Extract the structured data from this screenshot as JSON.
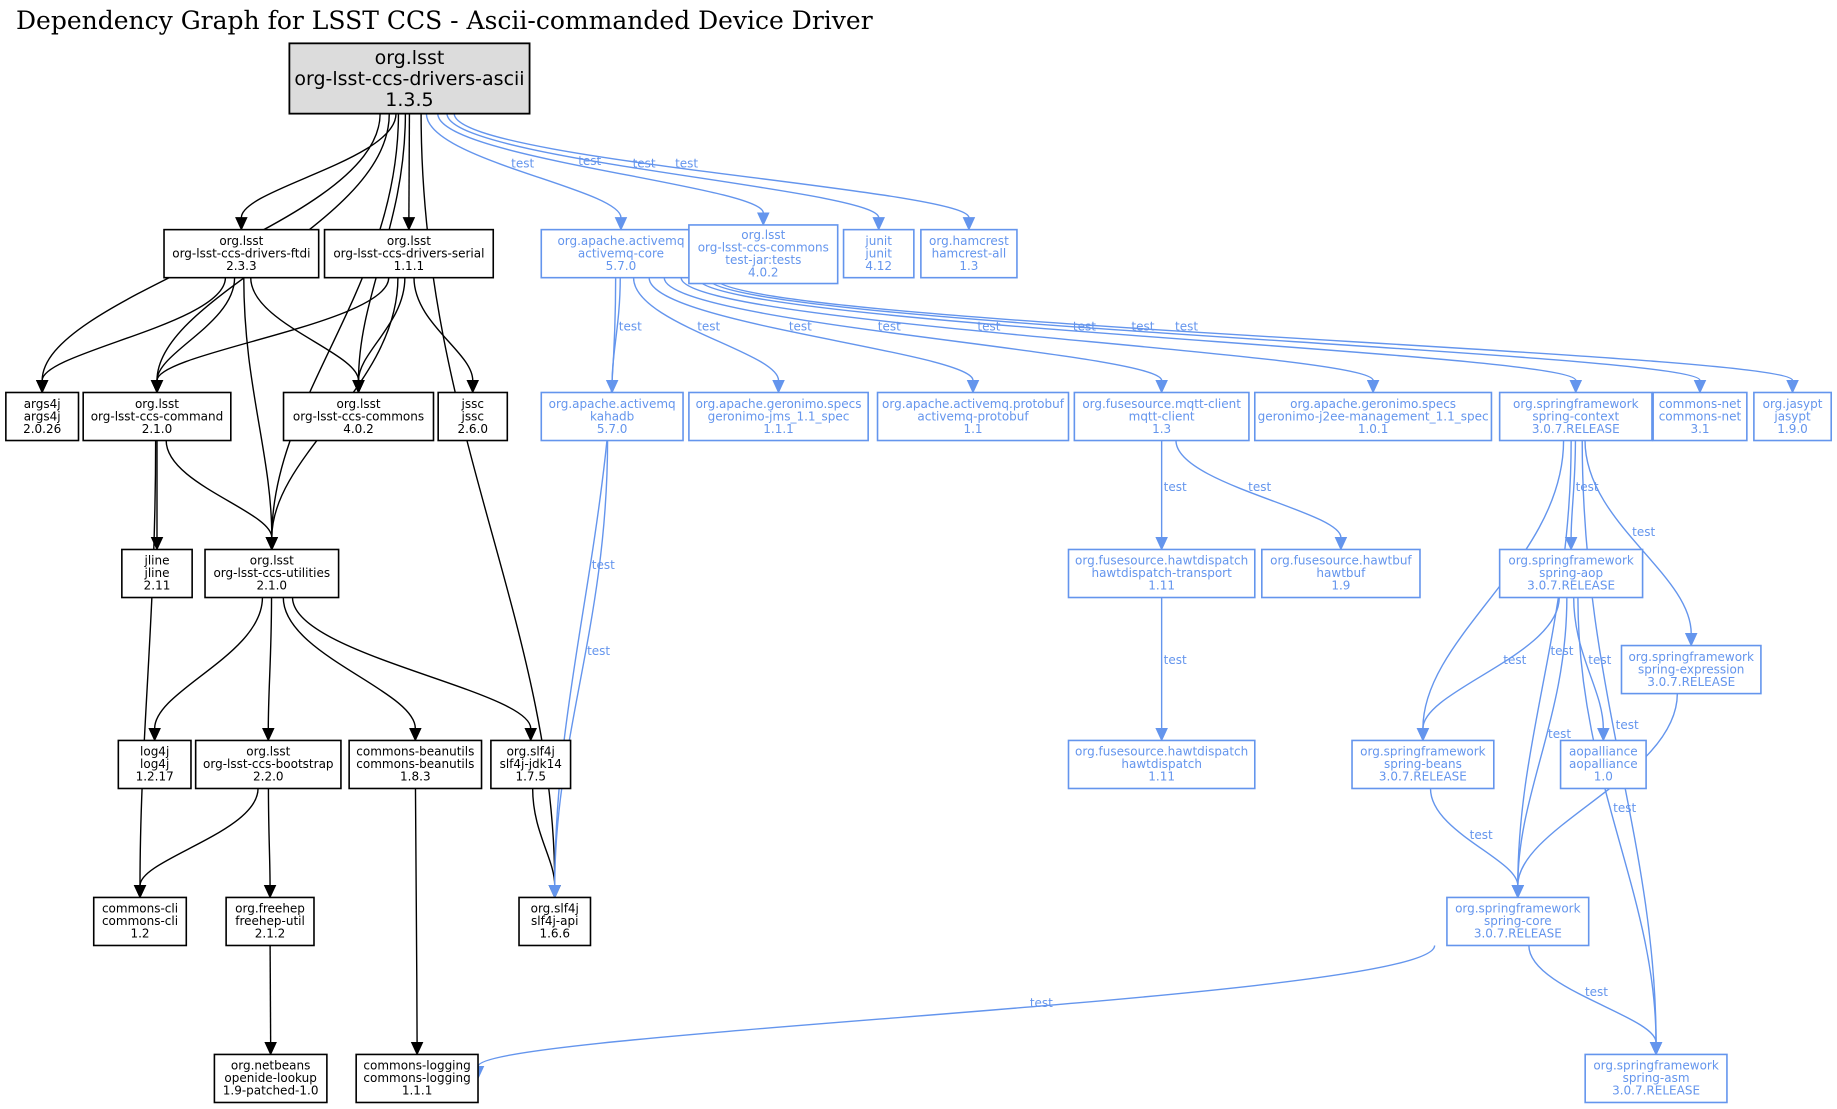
{
  "title": "Dependency Graph for LSST CCS - Ascii-commanded Device Driver",
  "colors": {
    "compile": "#000000",
    "test": "#6495ed",
    "root_fill": "#dcdcdc"
  },
  "nodes": [
    {
      "id": "root",
      "scope": "root",
      "lines": [
        "org.lsst",
        "org-lsst-ccs-drivers-ascii",
        "1.3.5"
      ]
    },
    {
      "id": "ftdi",
      "scope": "compile",
      "lines": [
        "org.lsst",
        "org-lsst-ccs-drivers-ftdi",
        "2.3.3"
      ]
    },
    {
      "id": "serial",
      "scope": "compile",
      "lines": [
        "org.lsst",
        "org-lsst-ccs-drivers-serial",
        "1.1.1"
      ]
    },
    {
      "id": "activemq-core",
      "scope": "test",
      "lines": [
        "org.apache.activemq",
        "activemq-core",
        "5.7.0"
      ]
    },
    {
      "id": "commons-tests",
      "scope": "test",
      "lines": [
        "org.lsst",
        "org-lsst-ccs-commons",
        "test-jar:tests",
        "4.0.2"
      ]
    },
    {
      "id": "junit",
      "scope": "test",
      "lines": [
        "junit",
        "junit",
        "4.12"
      ]
    },
    {
      "id": "hamcrest",
      "scope": "test",
      "lines": [
        "org.hamcrest",
        "hamcrest-all",
        "1.3"
      ]
    },
    {
      "id": "args4j",
      "scope": "compile",
      "lines": [
        "args4j",
        "args4j",
        "2.0.26"
      ]
    },
    {
      "id": "command",
      "scope": "compile",
      "lines": [
        "org.lsst",
        "org-lsst-ccs-command",
        "2.1.0"
      ]
    },
    {
      "id": "commons",
      "scope": "compile",
      "lines": [
        "org.lsst",
        "org-lsst-ccs-commons",
        "4.0.2"
      ]
    },
    {
      "id": "jssc",
      "scope": "compile",
      "lines": [
        "jssc",
        "jssc",
        "2.6.0"
      ]
    },
    {
      "id": "kahadb",
      "scope": "test",
      "lines": [
        "org.apache.activemq",
        "kahadb",
        "5.7.0"
      ]
    },
    {
      "id": "jms",
      "scope": "test",
      "lines": [
        "org.apache.geronimo.specs",
        "geronimo-jms_1.1_spec",
        "1.1.1"
      ]
    },
    {
      "id": "protobuf",
      "scope": "test",
      "lines": [
        "org.apache.activemq.protobuf",
        "activemq-protobuf",
        "1.1"
      ]
    },
    {
      "id": "mqtt",
      "scope": "test",
      "lines": [
        "org.fusesource.mqtt-client",
        "mqtt-client",
        "1.3"
      ]
    },
    {
      "id": "j2ee",
      "scope": "test",
      "lines": [
        "org.apache.geronimo.specs",
        "geronimo-j2ee-management_1.1_spec",
        "1.0.1"
      ]
    },
    {
      "id": "spring-context",
      "scope": "test",
      "lines": [
        "org.springframework",
        "spring-context",
        "3.0.7.RELEASE"
      ]
    },
    {
      "id": "commons-net",
      "scope": "test",
      "lines": [
        "commons-net",
        "commons-net",
        "3.1"
      ]
    },
    {
      "id": "jasypt",
      "scope": "test",
      "lines": [
        "org.jasypt",
        "jasypt",
        "1.9.0"
      ]
    },
    {
      "id": "jline",
      "scope": "compile",
      "lines": [
        "jline",
        "jline",
        "2.11"
      ]
    },
    {
      "id": "utilities",
      "scope": "compile",
      "lines": [
        "org.lsst",
        "org-lsst-ccs-utilities",
        "2.1.0"
      ]
    },
    {
      "id": "hd-transport",
      "scope": "test",
      "lines": [
        "org.fusesource.hawtdispatch",
        "hawtdispatch-transport",
        "1.11"
      ]
    },
    {
      "id": "hawtbuf",
      "scope": "test",
      "lines": [
        "org.fusesource.hawtbuf",
        "hawtbuf",
        "1.9"
      ]
    },
    {
      "id": "spring-aop",
      "scope": "test",
      "lines": [
        "org.springframework",
        "spring-aop",
        "3.0.7.RELEASE"
      ]
    },
    {
      "id": "spring-expression",
      "scope": "test",
      "lines": [
        "org.springframework",
        "spring-expression",
        "3.0.7.RELEASE"
      ]
    },
    {
      "id": "log4j",
      "scope": "compile",
      "lines": [
        "log4j",
        "log4j",
        "1.2.17"
      ]
    },
    {
      "id": "bootstrap",
      "scope": "compile",
      "lines": [
        "org.lsst",
        "org-lsst-ccs-bootstrap",
        "2.2.0"
      ]
    },
    {
      "id": "beanutils",
      "scope": "compile",
      "lines": [
        "commons-beanutils",
        "commons-beanutils",
        "1.8.3"
      ]
    },
    {
      "id": "slf4j-jdk14",
      "scope": "compile",
      "lines": [
        "org.slf4j",
        "slf4j-jdk14",
        "1.7.5"
      ]
    },
    {
      "id": "hawtdispatch",
      "scope": "test",
      "lines": [
        "org.fusesource.hawtdispatch",
        "hawtdispatch",
        "1.11"
      ]
    },
    {
      "id": "spring-beans",
      "scope": "test",
      "lines": [
        "org.springframework",
        "spring-beans",
        "3.0.7.RELEASE"
      ]
    },
    {
      "id": "aopalliance",
      "scope": "test",
      "lines": [
        "aopalliance",
        "aopalliance",
        "1.0"
      ]
    },
    {
      "id": "commons-cli",
      "scope": "compile",
      "lines": [
        "commons-cli",
        "commons-cli",
        "1.2"
      ]
    },
    {
      "id": "freehep",
      "scope": "compile",
      "lines": [
        "org.freehep",
        "freehep-util",
        "2.1.2"
      ]
    },
    {
      "id": "slf4j-api",
      "scope": "compile",
      "lines": [
        "org.slf4j",
        "slf4j-api",
        "1.6.6"
      ]
    },
    {
      "id": "spring-core",
      "scope": "test",
      "lines": [
        "org.springframework",
        "spring-core",
        "3.0.7.RELEASE"
      ]
    },
    {
      "id": "openide",
      "scope": "compile",
      "lines": [
        "org.netbeans",
        "openide-lookup",
        "1.9-patched-1.0"
      ]
    },
    {
      "id": "commons-logging",
      "scope": "compile",
      "lines": [
        "commons-logging",
        "commons-logging",
        "1.1.1"
      ]
    },
    {
      "id": "spring-asm",
      "scope": "test",
      "lines": [
        "org.springframework",
        "spring-asm",
        "3.0.7.RELEASE"
      ]
    }
  ],
  "edges": [
    {
      "from": "root",
      "to": "args4j",
      "scope": "compile",
      "label": ""
    },
    {
      "from": "root",
      "to": "command",
      "scope": "compile",
      "label": ""
    },
    {
      "from": "root",
      "to": "ftdi",
      "scope": "compile",
      "label": ""
    },
    {
      "from": "root",
      "to": "serial",
      "scope": "compile",
      "label": ""
    },
    {
      "from": "root",
      "to": "commons",
      "scope": "compile",
      "label": ""
    },
    {
      "from": "root",
      "to": "utilities",
      "scope": "compile",
      "label": ""
    },
    {
      "from": "root",
      "to": "slf4j-api",
      "scope": "compile",
      "label": ""
    },
    {
      "from": "root",
      "to": "activemq-core",
      "scope": "test",
      "label": "test"
    },
    {
      "from": "root",
      "to": "commons-tests",
      "scope": "test",
      "label": "test"
    },
    {
      "from": "root",
      "to": "junit",
      "scope": "test",
      "label": "test"
    },
    {
      "from": "root",
      "to": "hamcrest",
      "scope": "test",
      "label": "test"
    },
    {
      "from": "ftdi",
      "to": "args4j",
      "scope": "compile",
      "label": ""
    },
    {
      "from": "ftdi",
      "to": "command",
      "scope": "compile",
      "label": ""
    },
    {
      "from": "ftdi",
      "to": "utilities",
      "scope": "compile",
      "label": ""
    },
    {
      "from": "ftdi",
      "to": "commons",
      "scope": "compile",
      "label": ""
    },
    {
      "from": "serial",
      "to": "command",
      "scope": "compile",
      "label": ""
    },
    {
      "from": "serial",
      "to": "utilities",
      "scope": "compile",
      "label": ""
    },
    {
      "from": "serial",
      "to": "commons",
      "scope": "compile",
      "label": ""
    },
    {
      "from": "serial",
      "to": "jssc",
      "scope": "compile",
      "label": ""
    },
    {
      "from": "command",
      "to": "jline",
      "scope": "compile",
      "label": ""
    },
    {
      "from": "command",
      "to": "utilities",
      "scope": "compile",
      "label": ""
    },
    {
      "from": "command",
      "to": "commons-cli",
      "scope": "compile",
      "label": ""
    },
    {
      "from": "utilities",
      "to": "log4j",
      "scope": "compile",
      "label": ""
    },
    {
      "from": "utilities",
      "to": "bootstrap",
      "scope": "compile",
      "label": ""
    },
    {
      "from": "utilities",
      "to": "beanutils",
      "scope": "compile",
      "label": ""
    },
    {
      "from": "utilities",
      "to": "slf4j-jdk14",
      "scope": "compile",
      "label": ""
    },
    {
      "from": "bootstrap",
      "to": "commons-cli",
      "scope": "compile",
      "label": ""
    },
    {
      "from": "bootstrap",
      "to": "freehep",
      "scope": "compile",
      "label": ""
    },
    {
      "from": "freehep",
      "to": "openide",
      "scope": "compile",
      "label": ""
    },
    {
      "from": "beanutils",
      "to": "commons-logging",
      "scope": "compile",
      "label": ""
    },
    {
      "from": "slf4j-jdk14",
      "to": "slf4j-api",
      "scope": "compile",
      "label": ""
    },
    {
      "from": "activemq-core",
      "to": "slf4j-api",
      "scope": "test",
      "label": "test"
    },
    {
      "from": "activemq-core",
      "to": "kahadb",
      "scope": "test",
      "label": "test"
    },
    {
      "from": "activemq-core",
      "to": "jms",
      "scope": "test",
      "label": "test"
    },
    {
      "from": "activemq-core",
      "to": "protobuf",
      "scope": "test",
      "label": "test"
    },
    {
      "from": "activemq-core",
      "to": "mqtt",
      "scope": "test",
      "label": "test"
    },
    {
      "from": "activemq-core",
      "to": "j2ee",
      "scope": "test",
      "label": "test"
    },
    {
      "from": "activemq-core",
      "to": "spring-context",
      "scope": "test",
      "label": "test"
    },
    {
      "from": "activemq-core",
      "to": "commons-net",
      "scope": "test",
      "label": "test"
    },
    {
      "from": "activemq-core",
      "to": "jasypt",
      "scope": "test",
      "label": "test"
    },
    {
      "from": "kahadb",
      "to": "slf4j-api",
      "scope": "test",
      "label": "test"
    },
    {
      "from": "mqtt",
      "to": "hd-transport",
      "scope": "test",
      "label": "test"
    },
    {
      "from": "mqtt",
      "to": "hawtbuf",
      "scope": "test",
      "label": "test"
    },
    {
      "from": "hd-transport",
      "to": "hawtdispatch",
      "scope": "test",
      "label": "test"
    },
    {
      "from": "spring-context",
      "to": "spring-beans",
      "scope": "test",
      "label": "test"
    },
    {
      "from": "spring-context",
      "to": "spring-core",
      "scope": "test",
      "label": "test"
    },
    {
      "from": "spring-context",
      "to": "spring-aop",
      "scope": "test",
      "label": "test"
    },
    {
      "from": "spring-context",
      "to": "spring-expression",
      "scope": "test",
      "label": "test"
    },
    {
      "from": "spring-context",
      "to": "spring-asm",
      "scope": "test",
      "label": "test"
    },
    {
      "from": "spring-aop",
      "to": "spring-beans",
      "scope": "test",
      "label": "test"
    },
    {
      "from": "spring-aop",
      "to": "spring-core",
      "scope": "test",
      "label": "test"
    },
    {
      "from": "spring-aop",
      "to": "aopalliance",
      "scope": "test",
      "label": "test"
    },
    {
      "from": "spring-aop",
      "to": "spring-asm",
      "scope": "test",
      "label": "test"
    },
    {
      "from": "spring-expression",
      "to": "spring-core",
      "scope": "test",
      "label": "test"
    },
    {
      "from": "spring-beans",
      "to": "spring-core",
      "scope": "test",
      "label": "test"
    },
    {
      "from": "spring-core",
      "to": "commons-logging",
      "scope": "test",
      "label": "test"
    },
    {
      "from": "spring-core",
      "to": "spring-asm",
      "scope": "test",
      "label": "test"
    }
  ]
}
